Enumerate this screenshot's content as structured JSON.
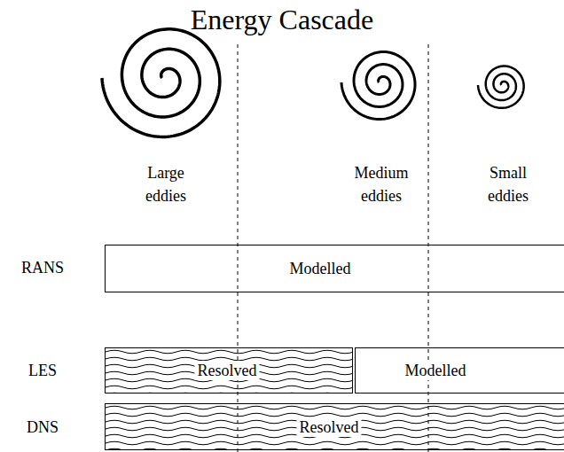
{
  "diagram": {
    "title": "Energy Cascade",
    "nodes": [
      {
        "text": [
          "Modelled"
        ]
      },
      {
        "text": [
          "Resolved"
        ]
      },
      {
        "text": [
          "Modelled"
        ]
      },
      {
        "text": [
          "Resolved"
        ]
      }
    ],
    "labels": [
      "Large eddies",
      "Medium eddies",
      "Small eddies",
      "RANS",
      "LES",
      "DNS"
    ]
  }
}
